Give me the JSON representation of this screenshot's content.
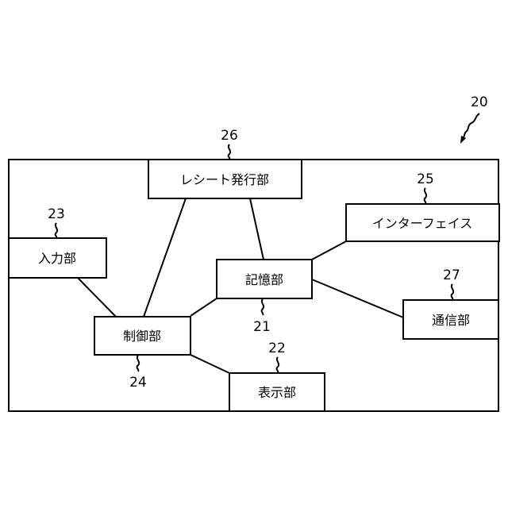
{
  "figure_ref": "20",
  "blocks": {
    "storage": {
      "label": "記憶部",
      "ref": "21"
    },
    "display": {
      "label": "表示部",
      "ref": "22"
    },
    "input": {
      "label": "入力部",
      "ref": "23"
    },
    "control": {
      "label": "制御部",
      "ref": "24"
    },
    "interface": {
      "label": "インターフェイス",
      "ref": "25"
    },
    "receipt": {
      "label": "レシート発行部",
      "ref": "26"
    },
    "comm": {
      "label": "通信部",
      "ref": "27"
    }
  }
}
